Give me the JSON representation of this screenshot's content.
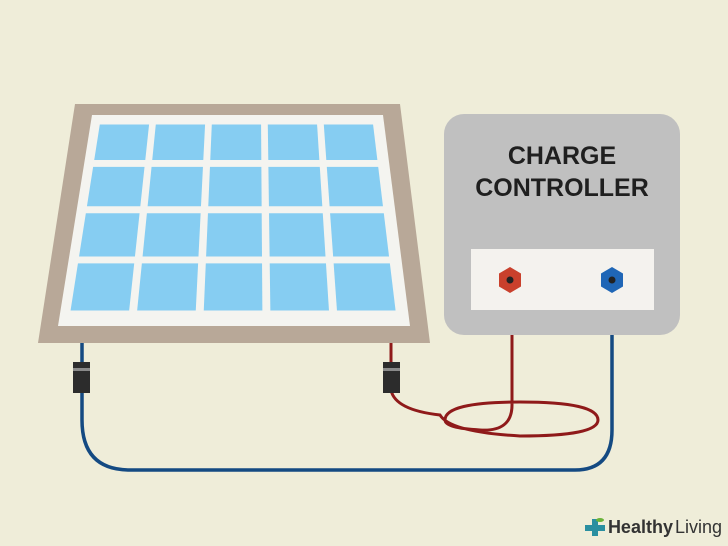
{
  "controller": {
    "line1": "CHARGE",
    "line2": "CONTROLLER"
  },
  "watermark": {
    "brand_bold": "Healthy",
    "brand_light": "Living"
  },
  "panel": {
    "rows": 4,
    "cols": 5
  },
  "colors": {
    "background": "#efedd9",
    "frame": "#b8a898",
    "cell": "#86cdf2",
    "positive": "#8f1a1a",
    "negative": "#144a82",
    "box": "#c0c0c0"
  }
}
